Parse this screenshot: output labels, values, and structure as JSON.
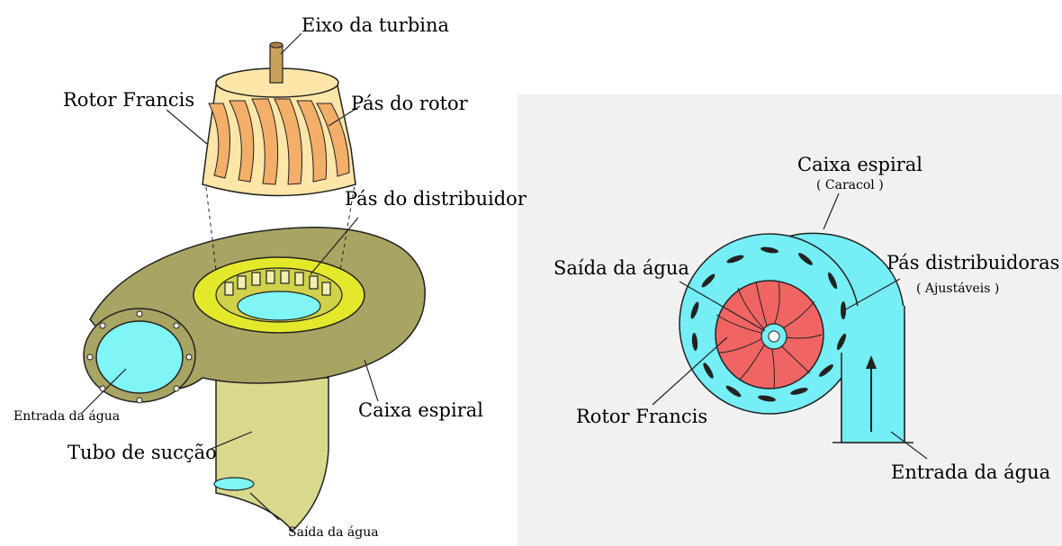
{
  "left_diagram": {
    "labels": {
      "shaft": "Eixo da turbina",
      "rotor": "Rotor Francis",
      "rotor_blades": "Pás do rotor",
      "distributor_blades": "Pás do distribuidor",
      "water_inlet": "Entrada da água",
      "spiral_case": "Caixa espiral",
      "draft_tube": "Tubo de sucção",
      "water_outlet": "Saída da água"
    }
  },
  "right_diagram": {
    "labels": {
      "spiral_case": "Caixa espiral",
      "spiral_case_note": "( Caracol )",
      "water_outlet": "Saída da água",
      "distributor_blades": "Pás distribuidoras",
      "distributor_note": "( Ajustáveis )",
      "rotor": "Rotor Francis",
      "water_inlet": "Entrada da água"
    }
  },
  "colors": {
    "casing": "#a8a463",
    "draft_tube": "#d9d98e",
    "water": "#7ff5f5",
    "rotor_light": "#fde6a8",
    "rotor_blade": "#f3ae6a",
    "distributor_ring": "#e4e82a",
    "spiral_cyan": "#75eef5",
    "rotor_red": "#f06464",
    "right_bg": "#f1f1f1"
  }
}
